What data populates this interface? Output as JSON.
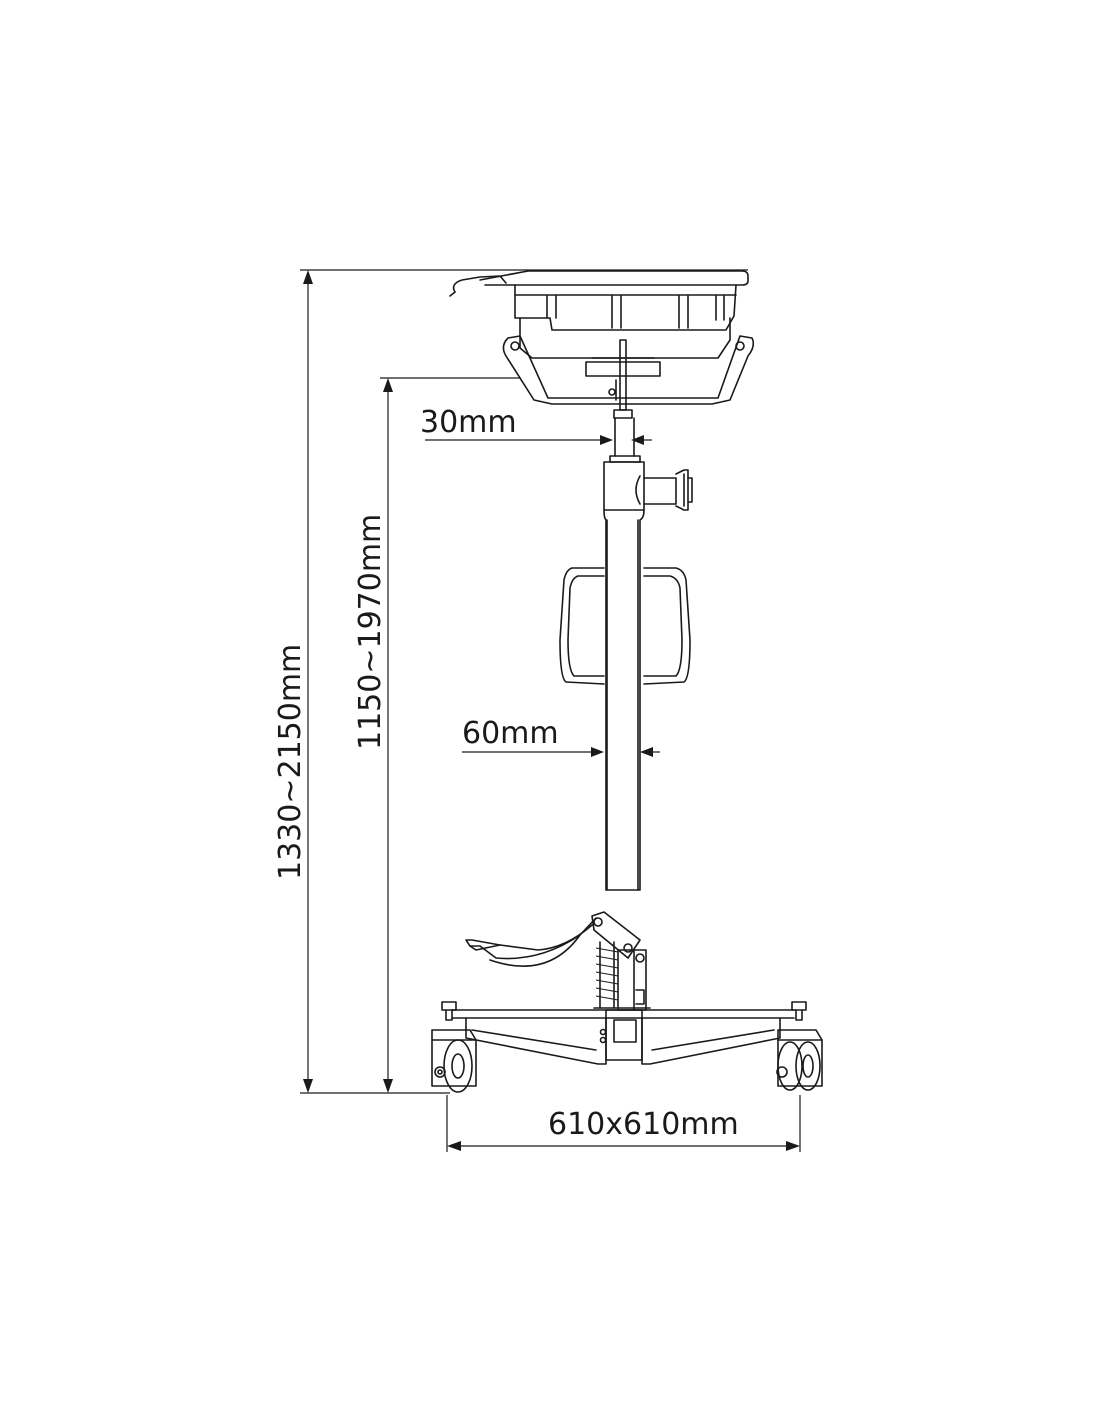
{
  "dimensions": {
    "total_height": "1330~2150mm",
    "saddle_height": "1150~1970mm",
    "upper_tube_diameter": "30mm",
    "lower_tube_diameter": "60mm",
    "base_footprint": "610x610mm"
  },
  "colors": {
    "line": "#1a1a1a",
    "background": "#ffffff"
  }
}
